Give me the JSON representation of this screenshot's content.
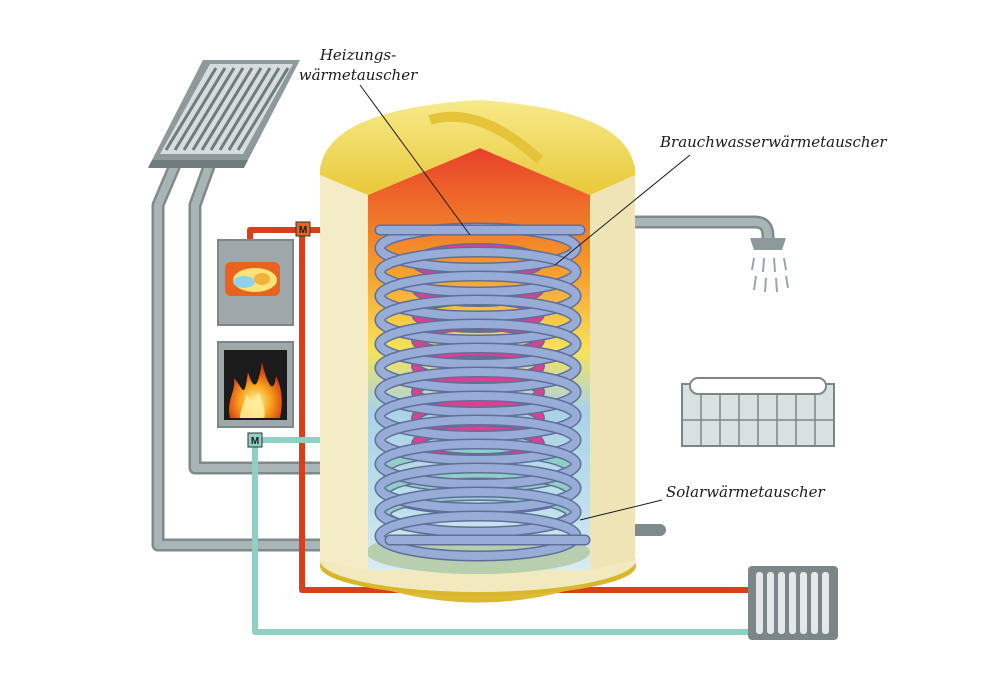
{
  "labels": {
    "heating_line1": "Heizungs-",
    "heating_line2": "wärmetauscher",
    "hotwater": "Brauchwasserwärmetauscher",
    "solar": "Solarwärmetauscher"
  },
  "motor_label": "M",
  "icons": [
    "solar-collector-icon",
    "gas-burner-icon",
    "wood-fire-icon",
    "shower-head-icon",
    "bathtub-icon",
    "radiator-icon",
    "motor-valve-icon"
  ],
  "colors": {
    "pipe_gray": "#9aa6a8",
    "pipe_red": "#e04a1c",
    "pipe_teal": "#8fcfc4",
    "tank_shell": "#f6f0d2",
    "tank_cap": "#f2dd55",
    "coil_blue": "#98acd8",
    "coil_pink": "#df3f8e"
  }
}
